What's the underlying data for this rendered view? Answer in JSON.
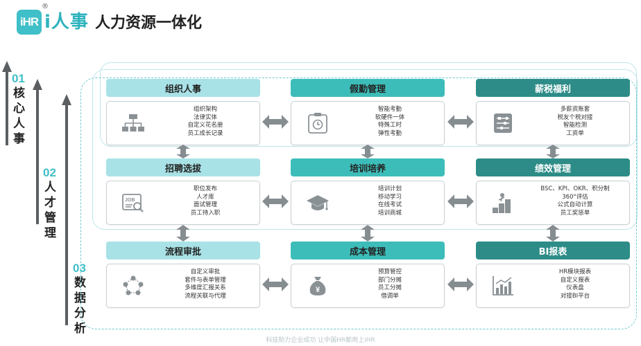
{
  "brand": {
    "mark": "iHR",
    "name": "i人事",
    "registered": "®"
  },
  "title": "人力资源一体化",
  "sections": [
    {
      "num": "01",
      "label": "核心人事"
    },
    {
      "num": "02",
      "label": "人才管理"
    },
    {
      "num": "03",
      "label": "数据分析"
    }
  ],
  "modules": [
    {
      "title": "组织人事",
      "icon": "org-chart-icon",
      "items": [
        "组织架构",
        "法律实体",
        "自定义花名册",
        "员工成长记录"
      ]
    },
    {
      "title": "假勤管理",
      "icon": "clock-icon",
      "items": [
        "智能考勤",
        "软硬件一体",
        "特殊工时",
        "弹性考勤"
      ]
    },
    {
      "title": "薪税福利",
      "icon": "abacus-icon",
      "items": [
        "多薪资账套",
        "税友个税对接",
        "智能检测",
        "工资单"
      ]
    },
    {
      "title": "招聘选拔",
      "icon": "resume-icon",
      "items": [
        "职位发布",
        "人才库",
        "面试管理",
        "员工待入职"
      ]
    },
    {
      "title": "培训培养",
      "icon": "graduation-cap-icon",
      "items": [
        "培训计划",
        "移动学习",
        "在线考试",
        "培训商城"
      ]
    },
    {
      "title": "绩效管理",
      "icon": "growth-icon",
      "items": [
        "BSC、KPI、OKR、积分制",
        "360°评估",
        "公式自动计算",
        "员工奖惩单"
      ]
    },
    {
      "title": "流程审批",
      "icon": "workflow-icon",
      "items": [
        "自定义审批",
        "套件与表单管理",
        "多维度汇报关系",
        "流程关联与代理"
      ]
    },
    {
      "title": "成本管理",
      "icon": "money-bag-icon",
      "items": [
        "预算管控",
        "部门分摊",
        "员工分摊",
        "借调单"
      ]
    },
    {
      "title": "BI报表",
      "icon": "bar-chart-icon",
      "items": [
        "HR模块报表",
        "自定义报表",
        "仪表盘",
        "对接BI平台"
      ]
    }
  ],
  "colors": {
    "accent": "#3fbfc7",
    "header_light": "#a9e2e6",
    "header_mid": "#3dbdb9",
    "header_dark": "#2d8c87",
    "arrow": "#858d91"
  },
  "footer": "科技助力企业成功 让中国HR都用上iHR"
}
